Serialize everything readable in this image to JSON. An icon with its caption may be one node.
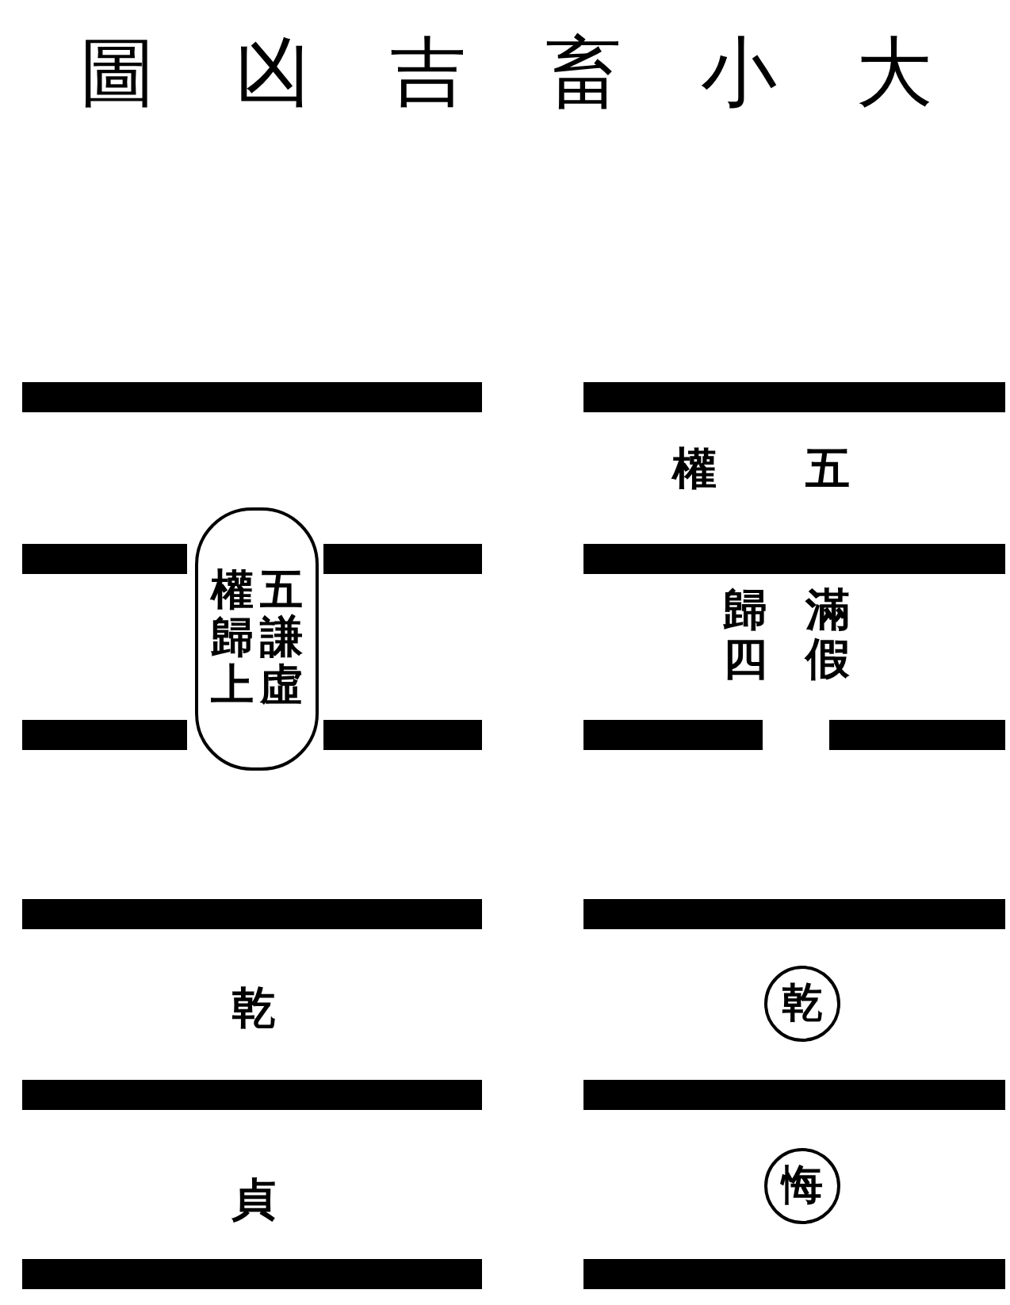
{
  "diagram": {
    "title": "圖凶吉畜小大",
    "nodes": [
      {
        "text": [
          "權歸上",
          "五謙虛"
        ]
      },
      {
        "text": [
          "乾"
        ]
      },
      {
        "text": [
          "悔"
        ]
      }
    ],
    "labels": [
      "權",
      "五",
      "歸四",
      "滿假",
      "乾",
      "貞"
    ]
  }
}
